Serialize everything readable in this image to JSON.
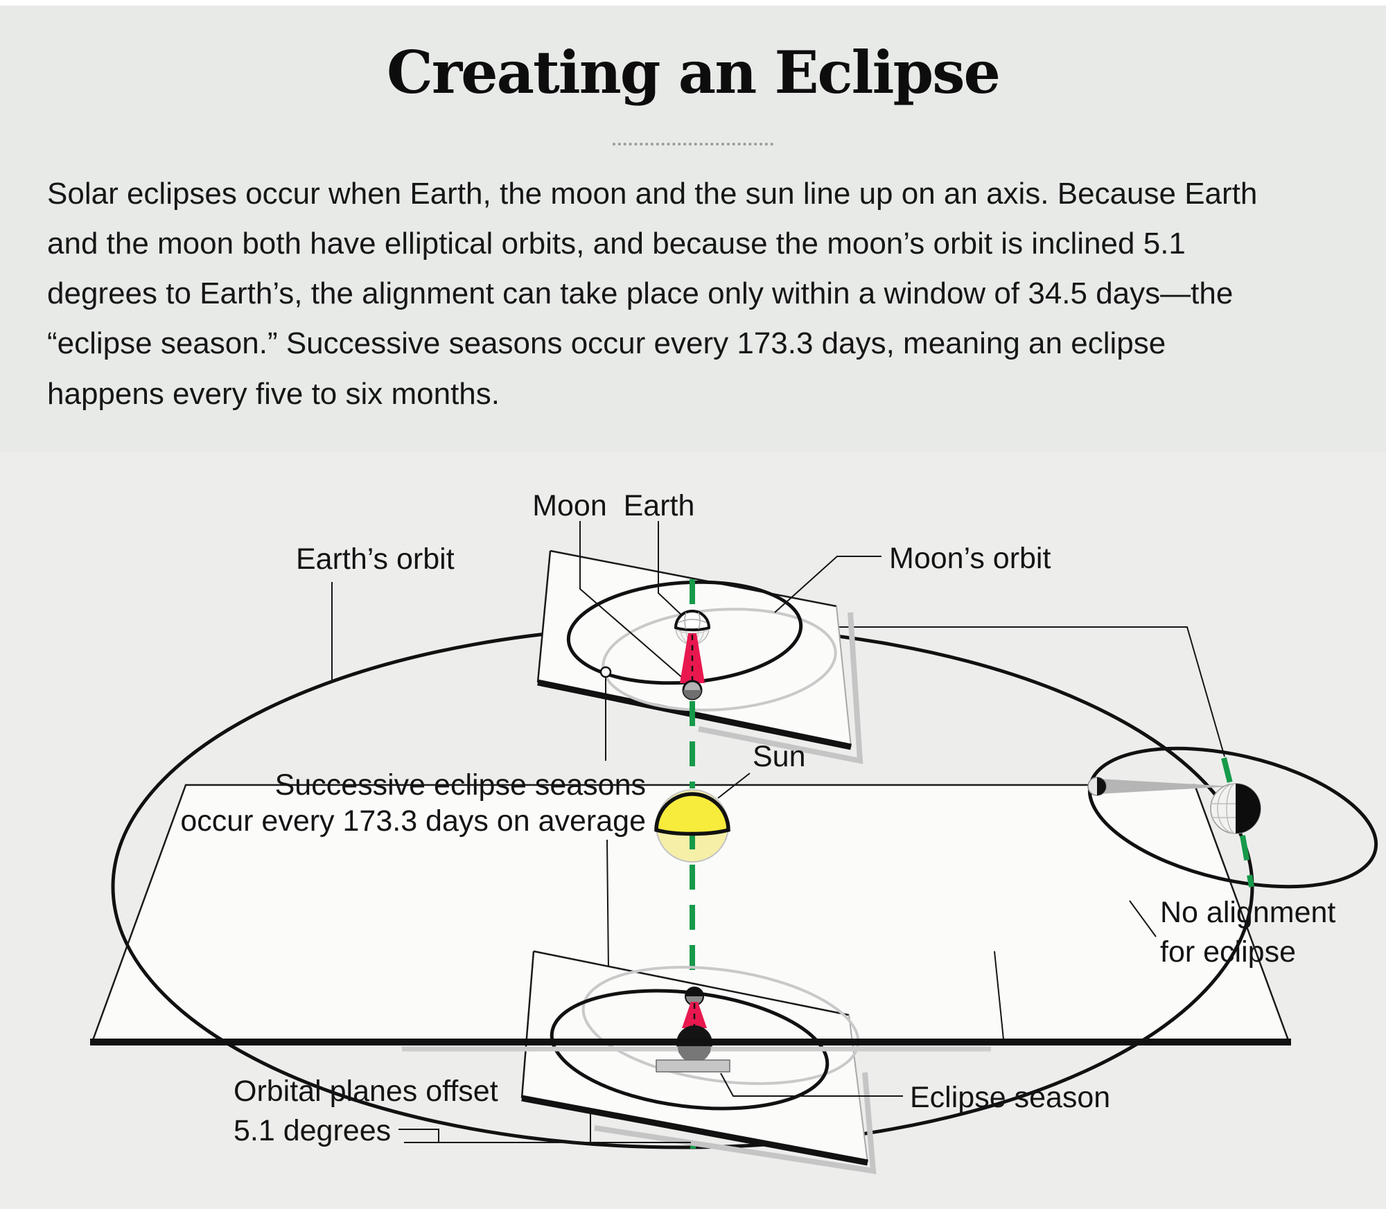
{
  "header": {
    "title": "Creating an Eclipse",
    "intro_paragraph": "Solar eclipses occur when Earth, the moon and the sun line up on an axis. Because Earth and the moon both have elliptical orbits, and because the moon’s orbit is inclined 5.1 degrees to Earth’s, the alignment can take place only within a window of 34.5 days—the “eclipse season.” Successive seasons occur every 173.3 days, meaning an eclipse happens every five to six months."
  },
  "diagram": {
    "labels": {
      "moon": "Moon",
      "earth": "Earth",
      "earths_orbit": "Earth’s orbit",
      "moons_orbit": "Moon’s orbit",
      "sun": "Sun",
      "seasons_line1": "Successive eclipse seasons",
      "seasons_line2": "occur every 173.3 days on average",
      "no_alignment_line1": "No alignment",
      "no_alignment_line2": "for eclipse",
      "offset_line1": "Orbital planes offset",
      "offset_line2": "5.1 degrees",
      "eclipse_season": "Eclipse season"
    },
    "values": {
      "orbital_offset_degrees": "5.1",
      "eclipse_window_days": "34.5",
      "season_interval_days": "173.3"
    },
    "colors": {
      "axis_green": "#169a4a",
      "shadow_red": "#e8184f",
      "sun_yellow": "#f7ec3c",
      "sun_pale": "#f6efa8",
      "cone_gray": "#b5b5b5",
      "plane_shadow_gray": "#c5c5c5"
    }
  }
}
